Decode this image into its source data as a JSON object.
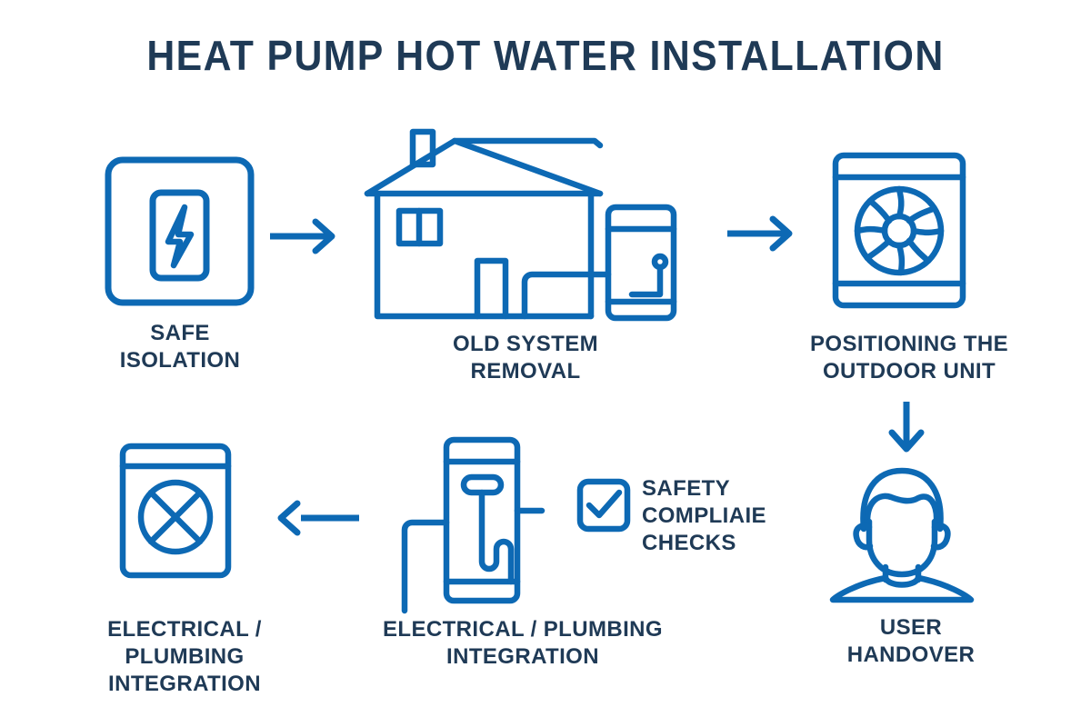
{
  "colors": {
    "line_blue": "#0d69b4",
    "title_navy": "#1f3a56",
    "label_navy": "#1f3a56",
    "background": "#ffffff"
  },
  "header": {
    "title": "HEAT PUMP HOT WATER INSTALLATION"
  },
  "diagram": {
    "type": "process-flow",
    "orientation": "serpentine (left-to-right, then down, then right-to-left)",
    "step_count": 6,
    "steps": [
      {
        "id": "safe-isolation",
        "order": 1,
        "label": "SAFE\nISOLATION",
        "icon": "light-switch-plate-with-lightning-bolt-icon"
      },
      {
        "id": "old-system-removal",
        "order": 2,
        "label": "OLD SYSTEM\nREMOVAL",
        "icon": "house-with-hot-water-cylinder-icon"
      },
      {
        "id": "positioning-outdoor-unit",
        "order": 3,
        "label": "POSITIONING THE\nOUTDOOR UNIT",
        "icon": "outdoor-heat-pump-fan-unit-icon"
      },
      {
        "id": "user-handover",
        "order": 4,
        "label": "USER\nHANDOVER",
        "icon": "person-bust-icon"
      },
      {
        "id": "electrical-plumbing-integration-center",
        "order": 5,
        "label": "ELECTRICAL / PLUMBING\nINTEGRATION",
        "icon": "hot-water-cylinder-with-immersion-heater-icon"
      },
      {
        "id": "electrical-plumbing-integration-left",
        "order": 6,
        "label": "ELECTRICAL /\nPLUMBING\nINTEGRATION",
        "icon": "appliance-unit-with-crossed-circle-icon"
      }
    ],
    "callouts": [
      {
        "id": "safety-compliance-checks",
        "label": "SAFETY\nCOMPLIAIE\nCHECKS",
        "icon": "checkbox-checked-icon"
      }
    ],
    "connectors": [
      {
        "id": "arrow-1",
        "direction": "right",
        "from": "safe-isolation",
        "to": "old-system-removal"
      },
      {
        "id": "arrow-2",
        "direction": "right",
        "from": "old-system-removal",
        "to": "positioning-outdoor-unit"
      },
      {
        "id": "arrow-3",
        "direction": "down",
        "from": "positioning-outdoor-unit",
        "to": "user-handover"
      },
      {
        "id": "arrow-4",
        "direction": "left",
        "from": "electrical-plumbing-integration-center",
        "to": "electrical-plumbing-integration-left"
      }
    ]
  }
}
